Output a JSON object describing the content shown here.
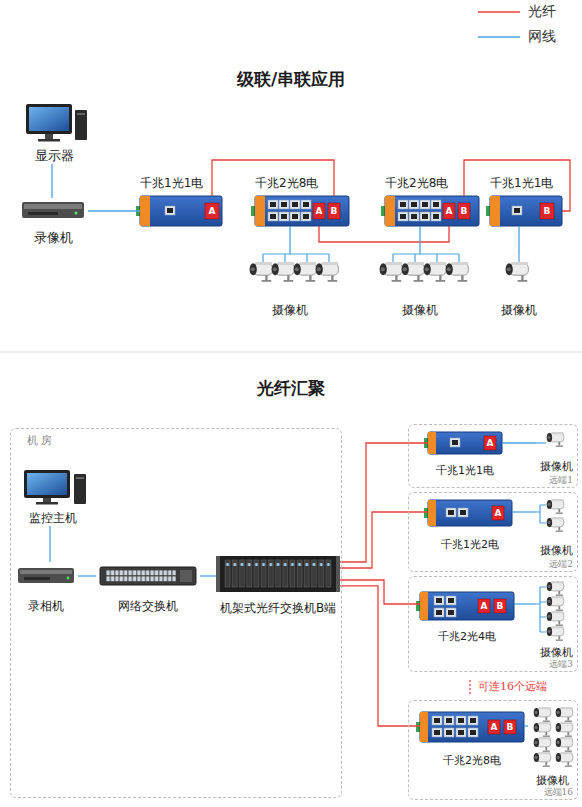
{
  "diagram": {
    "title": "级联/串联应用",
    "nodes": [
      {
        "text": [
          "显示器"
        ]
      },
      {
        "text": [
          "录像机"
        ]
      },
      {
        "text": [
          "千兆1光1电"
        ]
      },
      {
        "text": [
          "千兆2光8电"
        ]
      },
      {
        "text": [
          "千兆2光8电"
        ]
      },
      {
        "text": [
          "千兆1光1电"
        ]
      },
      {
        "text": [
          "摄像机"
        ]
      },
      {
        "text": [
          "摄像机"
        ]
      },
      {
        "text": [
          "摄像机"
        ]
      },
      {
        "text": [
          "机 房"
        ]
      },
      {
        "text": [
          "监控主机"
        ],
        "in": 9
      },
      {
        "text": [
          "录相机"
        ],
        "in": 9
      },
      {
        "text": [
          "网络交换机"
        ],
        "in": 9
      },
      {
        "text": [
          "机架式光纤交换机B端"
        ],
        "in": 9
      },
      {
        "text": [
          "远端1"
        ]
      },
      {
        "text": [
          "千兆1光1电"
        ],
        "in": 14
      },
      {
        "text": [
          "摄像机"
        ],
        "in": 14
      },
      {
        "text": [
          "远端2"
        ]
      },
      {
        "text": [
          "千兆1光2电"
        ],
        "in": 17
      },
      {
        "text": [
          "摄像机"
        ],
        "in": 17
      },
      {
        "text": [
          "远端3"
        ]
      },
      {
        "text": [
          "千兆2光4电"
        ],
        "in": 20
      },
      {
        "text": [
          "摄像机"
        ],
        "in": 20
      },
      {
        "text": [
          "远端16"
        ]
      },
      {
        "text": [
          "千兆2光8电"
        ],
        "in": 23
      },
      {
        "text": [
          "摄像机"
        ],
        "in": 23
      }
    ],
    "edges": [
      {
        "from": 0,
        "to": 1,
        "arrow": "none"
      },
      {
        "from": 1,
        "to": 2,
        "arrow": "none"
      },
      {
        "from": 2,
        "to": 3,
        "arrow": "none"
      },
      {
        "from": 3,
        "to": 4,
        "arrow": "none"
      },
      {
        "from": 4,
        "to": 5,
        "arrow": "none"
      },
      {
        "from": 3,
        "to": 6,
        "arrow": "none"
      },
      {
        "from": 4,
        "to": 7,
        "arrow": "none"
      },
      {
        "from": 5,
        "to": 8,
        "arrow": "none"
      },
      {
        "from": 10,
        "to": 11,
        "arrow": "none"
      },
      {
        "from": 11,
        "to": 12,
        "arrow": "none"
      },
      {
        "from": 12,
        "to": 13,
        "arrow": "none"
      },
      {
        "from": 13,
        "to": 15,
        "arrow": "none"
      },
      {
        "from": 13,
        "to": 18,
        "arrow": "none"
      },
      {
        "from": 13,
        "to": 21,
        "arrow": "none"
      },
      {
        "from": 13,
        "to": 24,
        "arrow": "none"
      },
      {
        "from": 15,
        "to": 16,
        "arrow": "none"
      },
      {
        "from": 18,
        "to": 19,
        "arrow": "none"
      },
      {
        "from": 21,
        "to": 22,
        "arrow": "none"
      },
      {
        "from": 24,
        "to": 25,
        "arrow": "none"
      }
    ],
    "labels": [
      "光纤汇聚",
      "A",
      "A",
      "B",
      "A",
      "B",
      "B",
      "A",
      "A",
      "A",
      "B",
      "A",
      "B",
      "可连16个远端"
    ],
    "legend": [
      {
        "text": "光纤"
      },
      {
        "text": "网线"
      }
    ]
  }
}
